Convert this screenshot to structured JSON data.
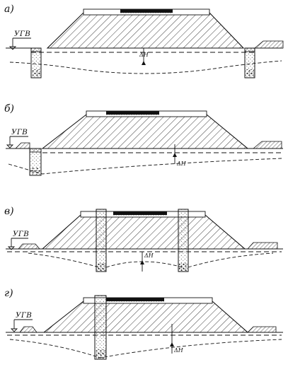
{
  "labels": {
    "water_table": "УГВ",
    "delta_h": "ΔH"
  },
  "panels": [
    {
      "label": "а)"
    },
    {
      "label": "б)"
    },
    {
      "label": "в)"
    },
    {
      "label": "г)"
    }
  ],
  "colors": {
    "ink": "#111111",
    "hatch": "#333333",
    "paper": "#ffffff"
  }
}
